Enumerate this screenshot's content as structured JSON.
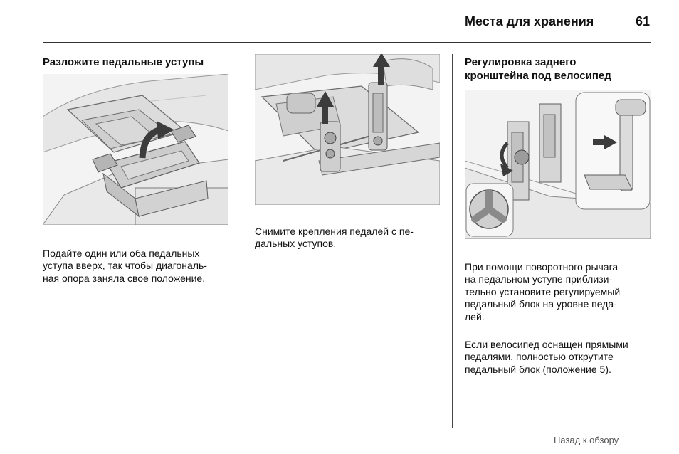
{
  "header": {
    "title": "Места для хранения",
    "page_number": "61"
  },
  "columns": [
    {
      "heading": "Разложите педальные уступы",
      "paragraphs": [
        "Подайте один или оба педальных\nуступа вверх, так чтобы диагональ-\nная опора заняла свое положение."
      ]
    },
    {
      "heading": "",
      "paragraphs": [
        "Снимите крепления педалей с пе-\nдальных уступов."
      ]
    },
    {
      "heading": "Регулировка заднего\nкронштейна под велосипед",
      "paragraphs": [
        "При помощи поворотного рычага\nна педальном уступе приблизи-\nтельно установите регулируемый\nпедальный блок на уровне педа-\nлей.",
        "Если велосипед оснащен прямыми\nпедалями, полностью открутите\nпедальный блок (положение 5)."
      ]
    }
  ],
  "footer": {
    "back_link": "Назад к обзору"
  },
  "colors": {
    "text": "#111111",
    "rule": "#333333",
    "illustration_bg": "#f2f2f2",
    "illustration_line": "#6a6a6a",
    "arrow_fill": "#3c3c3c",
    "footer_text": "#555555"
  }
}
